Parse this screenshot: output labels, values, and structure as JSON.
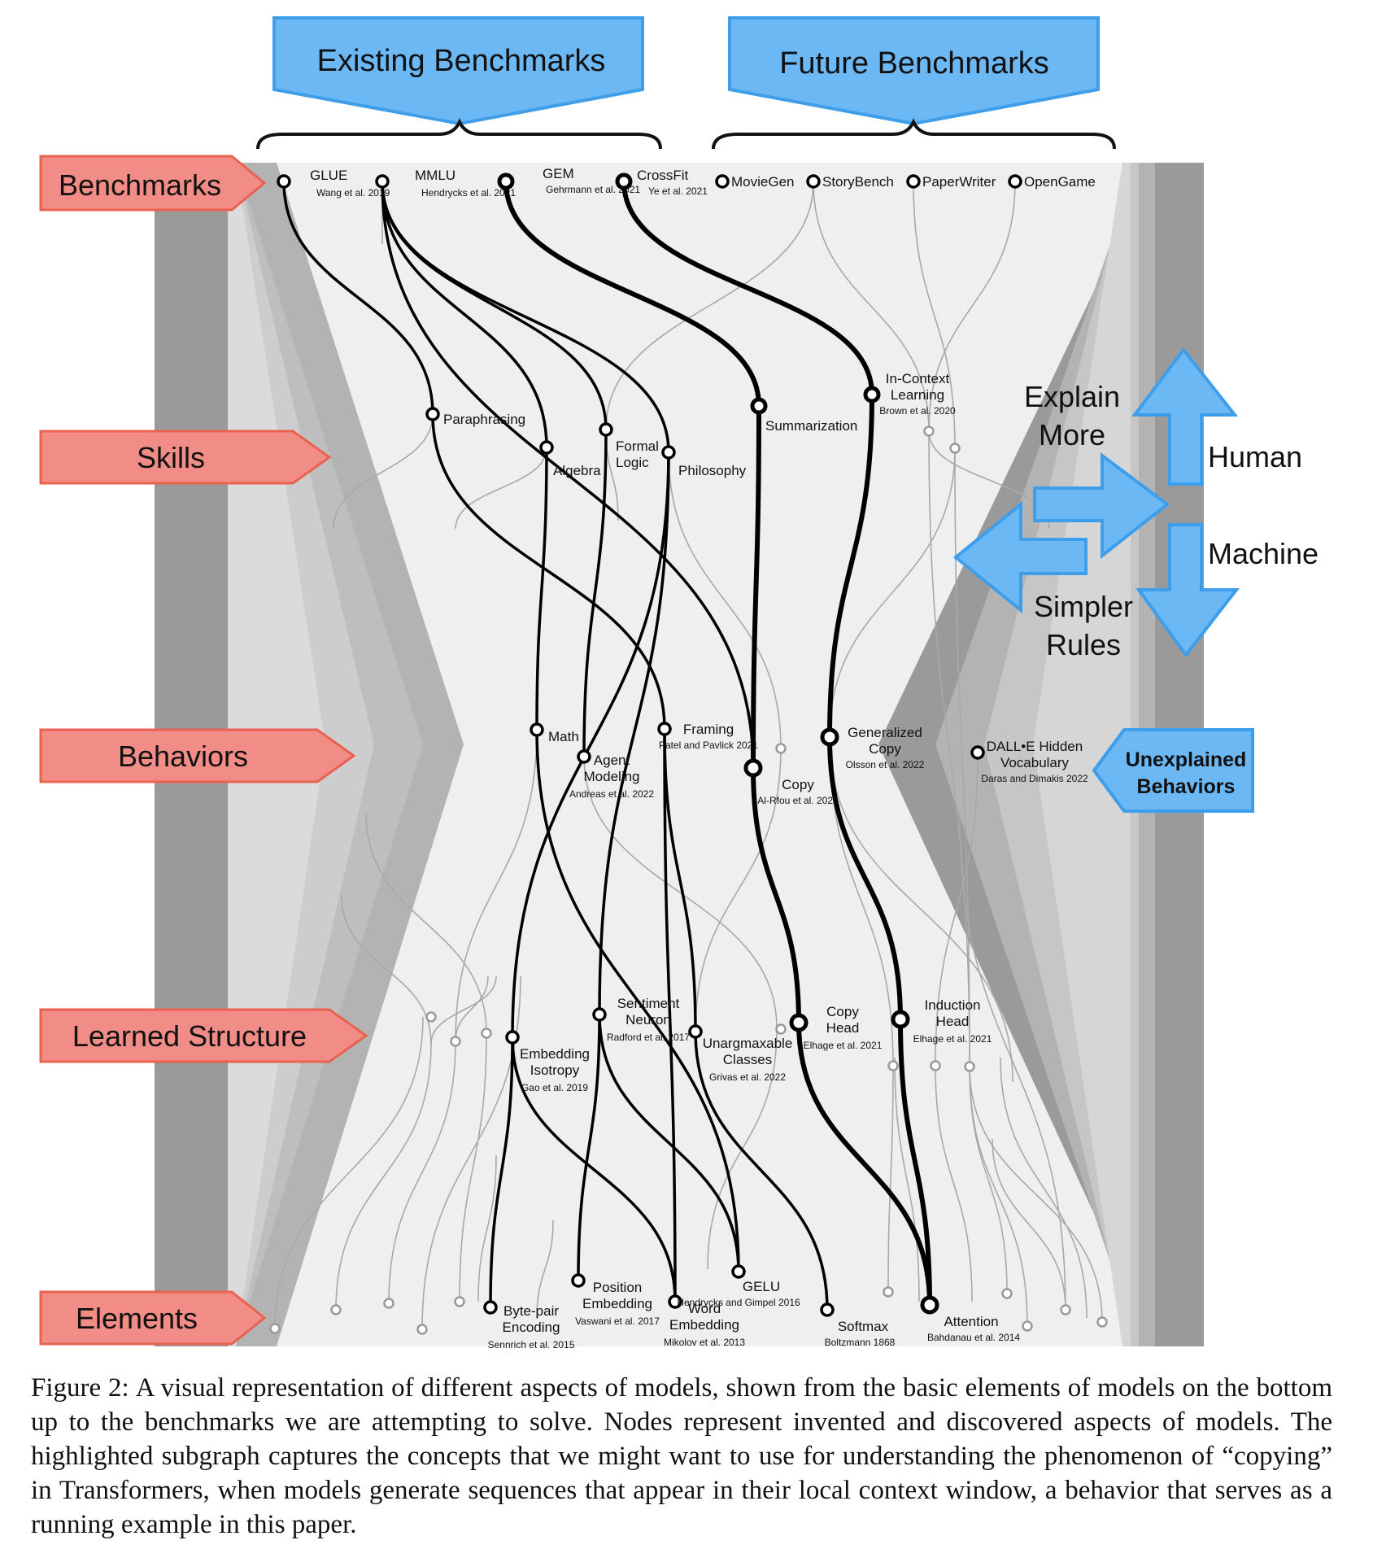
{
  "header": {
    "existing_benchmarks": "Existing Benchmarks",
    "future_benchmarks": "Future Benchmarks"
  },
  "levels": {
    "benchmarks": "Benchmarks",
    "skills": "Skills",
    "behaviors": "Behaviors",
    "learned_structure": "Learned Structure",
    "elements": "Elements"
  },
  "arrows": {
    "explain_more": [
      "Explain",
      "More"
    ],
    "simpler_rules": [
      "Simpler",
      "Rules"
    ],
    "human": "Human",
    "machine": "Machine",
    "unexplained": [
      "Unexplained",
      "Behaviors"
    ]
  },
  "nodes": {
    "glue": {
      "label": [
        "GLUE"
      ],
      "cite": "Wang et al. 2019"
    },
    "mmlu": {
      "label": [
        "MMLU"
      ],
      "cite": "Hendrycks et al. 2021"
    },
    "gem": {
      "label": [
        "GEM"
      ],
      "cite": "Gehrmann et al. 2021"
    },
    "crossfit": {
      "label": [
        "CrossFit"
      ],
      "cite": "Ye et al. 2021"
    },
    "moviegen": {
      "label": [
        "MovieGen"
      ],
      "cite": ""
    },
    "storybench": {
      "label": [
        "StoryBench"
      ],
      "cite": ""
    },
    "paperwriter": {
      "label": [
        "PaperWriter"
      ],
      "cite": ""
    },
    "opengame": {
      "label": [
        "OpenGame"
      ],
      "cite": ""
    },
    "paraphrasing": {
      "label": [
        "Paraphrasing"
      ],
      "cite": ""
    },
    "algebra": {
      "label": [
        "Algebra"
      ],
      "cite": ""
    },
    "formal_logic": {
      "label": [
        "Formal",
        "Logic"
      ],
      "cite": ""
    },
    "philosophy": {
      "label": [
        "Philosophy"
      ],
      "cite": ""
    },
    "summarization": {
      "label": [
        "Summarization"
      ],
      "cite": ""
    },
    "icl": {
      "label": [
        "In-Context",
        "Learning"
      ],
      "cite": "Brown et al. 2020"
    },
    "math": {
      "label": [
        "Math"
      ],
      "cite": ""
    },
    "agent_modeling": {
      "label": [
        "Agent",
        "Modeling"
      ],
      "cite": "Andreas et al. 2022"
    },
    "framing": {
      "label": [
        "Framing"
      ],
      "cite": "Patel and Pavlick 2021"
    },
    "copy": {
      "label": [
        "Copy"
      ],
      "cite": "Al-Rfou et al. 2022"
    },
    "gen_copy": {
      "label": [
        "Generalized",
        "Copy"
      ],
      "cite": "Olsson et al. 2022"
    },
    "dalle": {
      "label": [
        "DALL•E Hidden",
        "Vocabulary"
      ],
      "cite": "Daras and Dimakis 2022"
    },
    "emb_iso": {
      "label": [
        "Embedding",
        "Isotropy"
      ],
      "cite": "Gao et al. 2019"
    },
    "sentiment": {
      "label": [
        "Sentiment",
        "Neuron"
      ],
      "cite": "Radford et al. 2017"
    },
    "unarg": {
      "label": [
        "Unargmaxable",
        "Classes"
      ],
      "cite": "Grivas et al. 2022"
    },
    "copy_head": {
      "label": [
        "Copy",
        "Head"
      ],
      "cite": "Elhage et al. 2021"
    },
    "induction": {
      "label": [
        "Induction",
        "Head"
      ],
      "cite": "Elhage et al. 2021"
    },
    "bpe": {
      "label": [
        "Byte-pair",
        "Encoding"
      ],
      "cite": "Sennrich et al. 2015"
    },
    "position": {
      "label": [
        "Position",
        "Embedding"
      ],
      "cite": "Vaswani et al. 2017"
    },
    "word_emb": {
      "label": [
        "Word",
        "Embedding"
      ],
      "cite": "Mikolov et al. 2013"
    },
    "gelu": {
      "label": [
        "GELU"
      ],
      "cite": "Hendrycks and Gimpel 2016"
    },
    "softmax": {
      "label": [
        "Softmax"
      ],
      "cite": "Boltzmann 1868"
    },
    "attention": {
      "label": [
        "Attention"
      ],
      "cite": "Bahdanau et al. 2014"
    }
  },
  "caption": {
    "label": "Figure 2:",
    "text": "A visual representation of different aspects of models, shown from the basic elements of models on the bottom up to the benchmarks we are attempting to solve. Nodes represent invented and discovered aspects of models. The highlighted subgraph captures the concepts that we might want to use for understanding the phenomenon of “copying” in Transformers, when models generate sequences that appear in their local context window, a behavior that serves as a running example in this paper."
  },
  "colors": {
    "red_fill": "#F28C86",
    "red_stroke": "#E8624F",
    "blue_fill": "#6BB8F4",
    "blue_stroke": "#3E9EEA",
    "panel_light": "#EFEFEF",
    "panel_dark": "#9A9A9A"
  }
}
